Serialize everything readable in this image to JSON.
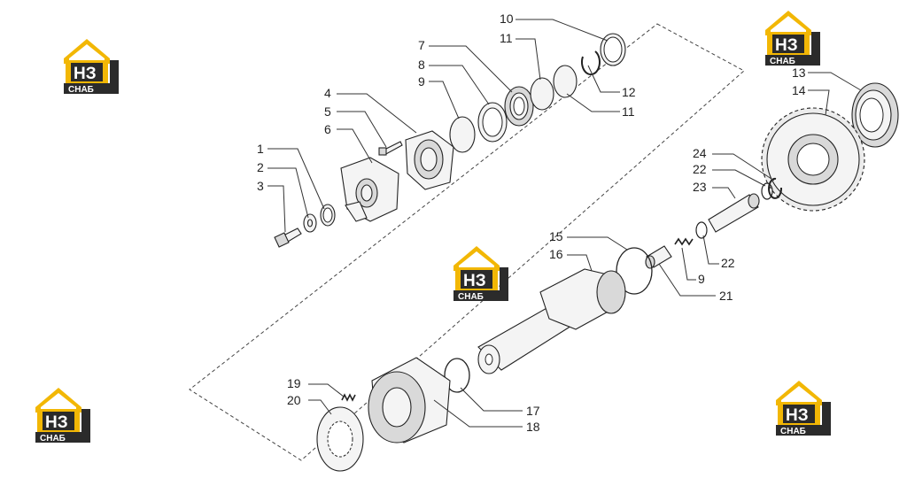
{
  "logo": {
    "mark": "НЗ",
    "word": "СНАБ",
    "colors": {
      "roof": "#f2b705",
      "dark": "#2b2b2b",
      "light": "#ffffff"
    }
  },
  "callouts": [
    {
      "id": "1",
      "label": "1"
    },
    {
      "id": "2",
      "label": "2"
    },
    {
      "id": "3",
      "label": "3"
    },
    {
      "id": "4",
      "label": "4"
    },
    {
      "id": "5",
      "label": "5"
    },
    {
      "id": "6",
      "label": "6"
    },
    {
      "id": "7",
      "label": "7"
    },
    {
      "id": "8",
      "label": "8"
    },
    {
      "id": "9a",
      "label": "9"
    },
    {
      "id": "10",
      "label": "10"
    },
    {
      "id": "11a",
      "label": "11"
    },
    {
      "id": "11b",
      "label": "11"
    },
    {
      "id": "12",
      "label": "12"
    },
    {
      "id": "13",
      "label": "13"
    },
    {
      "id": "14",
      "label": "14"
    },
    {
      "id": "15",
      "label": "15"
    },
    {
      "id": "16",
      "label": "16"
    },
    {
      "id": "17",
      "label": "17"
    },
    {
      "id": "18",
      "label": "18"
    },
    {
      "id": "19",
      "label": "19"
    },
    {
      "id": "20",
      "label": "20"
    },
    {
      "id": "21",
      "label": "21"
    },
    {
      "id": "22a",
      "label": "22"
    },
    {
      "id": "22b",
      "label": "22"
    },
    {
      "id": "23",
      "label": "23"
    },
    {
      "id": "24",
      "label": "24"
    },
    {
      "id": "9b",
      "label": "9"
    }
  ]
}
